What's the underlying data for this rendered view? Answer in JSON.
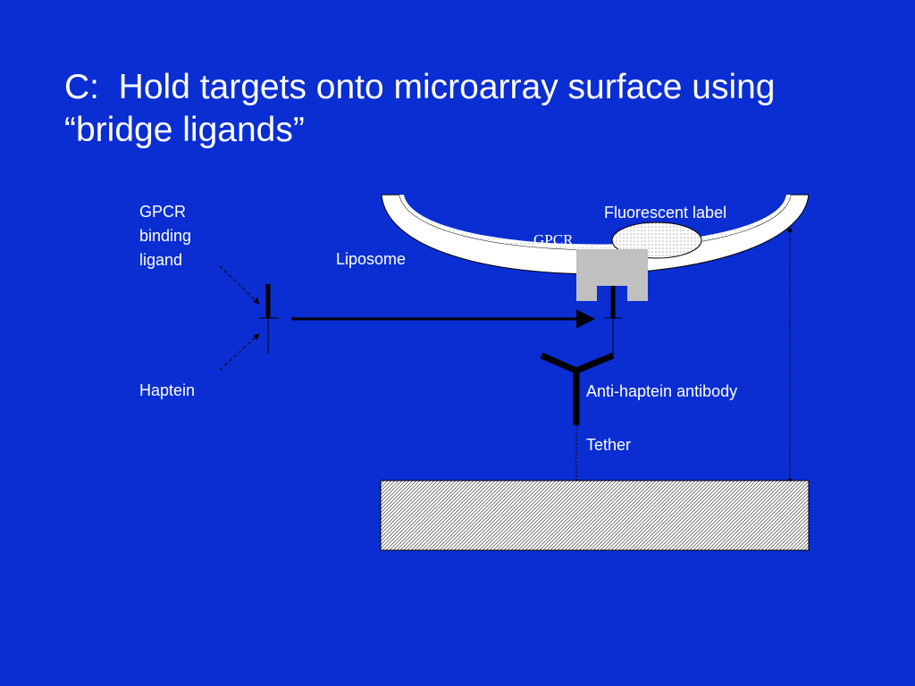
{
  "title": {
    "line1": "C:  Hold targets onto microarray surface using",
    "line2": "“bridge ligands”"
  },
  "labels": {
    "gpcr_binding_ligand": [
      "GPCR",
      "binding",
      "ligand"
    ],
    "haptein": "Haptein",
    "liposome": "Liposome",
    "gpcr": "GPCR",
    "fluorescent_label": "Fluorescent label",
    "anti_haptein_antibody": "Anti-haptein antibody",
    "tether": "Tether"
  },
  "colors": {
    "background": "#0a2ed2",
    "liposome_fill": "#ffffff",
    "gpcr_fill": "#c0c0c0",
    "stroke": "#000000",
    "text": "#ffffff"
  }
}
